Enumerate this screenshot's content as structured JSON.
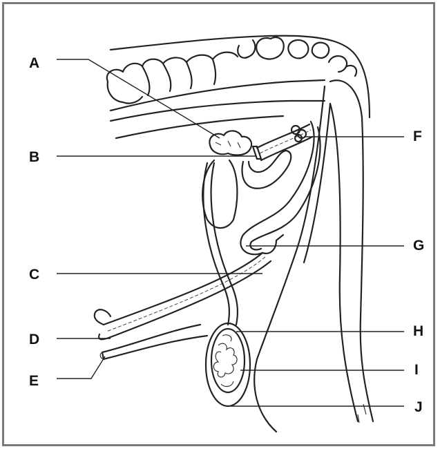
{
  "labels": {
    "A": "A",
    "B": "B",
    "C": "C",
    "D": "D",
    "E": "E",
    "F": "F",
    "G": "G",
    "H": "H",
    "I": "I",
    "J": "J"
  },
  "colors": {
    "frame": "#7a7a7a",
    "ink": "#222222",
    "background": "#ffffff"
  }
}
